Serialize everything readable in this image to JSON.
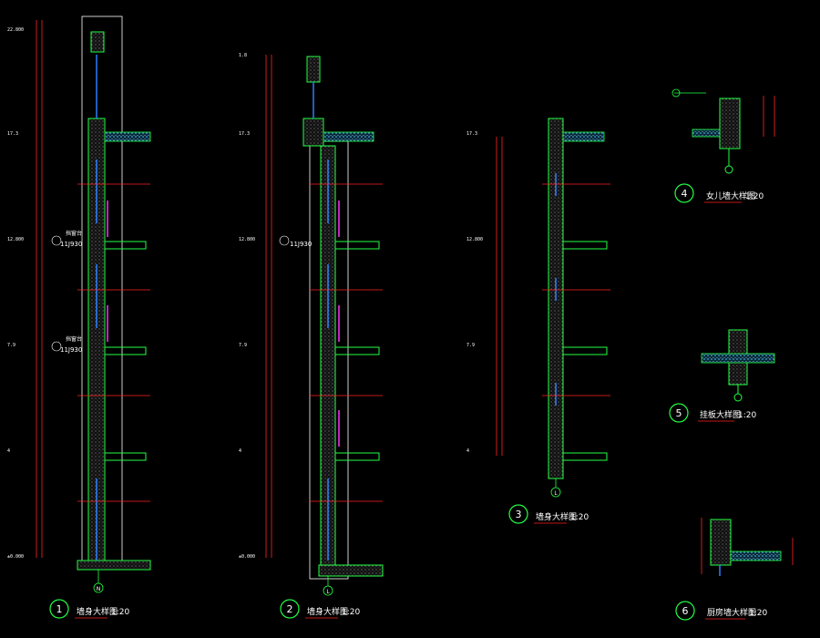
{
  "colors": {
    "background": "#000000",
    "dimension": "#ff2222",
    "wall": "#22ff44",
    "glass": "#2a7fff",
    "slab_hatch": "#55c8ff",
    "frame": "#ffffff",
    "accent": "#ff33ff",
    "leader": "#22ff44"
  },
  "details": [
    {
      "id": "d1",
      "number": "1",
      "title": "墙身大样图",
      "scale": "1:20",
      "axis_mark": "N"
    },
    {
      "id": "d2",
      "number": "2",
      "title": "墙身大样图",
      "scale": "1:20",
      "axis_mark": "L"
    },
    {
      "id": "d3",
      "number": "3",
      "title": "墙身大样图",
      "scale": "1:20",
      "axis_mark": "L"
    },
    {
      "id": "d4",
      "number": "4",
      "title": "女儿墙大样图",
      "scale": "1:20"
    },
    {
      "id": "d5",
      "number": "5",
      "title": "挂板大样图",
      "scale": "1:20"
    },
    {
      "id": "d6",
      "number": "6",
      "title": "厨房墙大样图",
      "scale": "1:20"
    }
  ],
  "elevations": {
    "d1": [
      "22.800",
      "17.3",
      "12.800",
      "7.9",
      "4",
      "±0.000"
    ],
    "d2": [
      "1.8",
      "17.3",
      "12.800",
      "7.9",
      "4",
      "±0.000"
    ],
    "d3": [
      "17.3",
      "12.800",
      "7.9",
      "4"
    ]
  },
  "callouts": {
    "ref_a": "11J930",
    "ref_b": "11J930",
    "ref_a_tag": "挡窗台",
    "ref_b_tag": "挡窗台",
    "ref_c": "11J930"
  }
}
